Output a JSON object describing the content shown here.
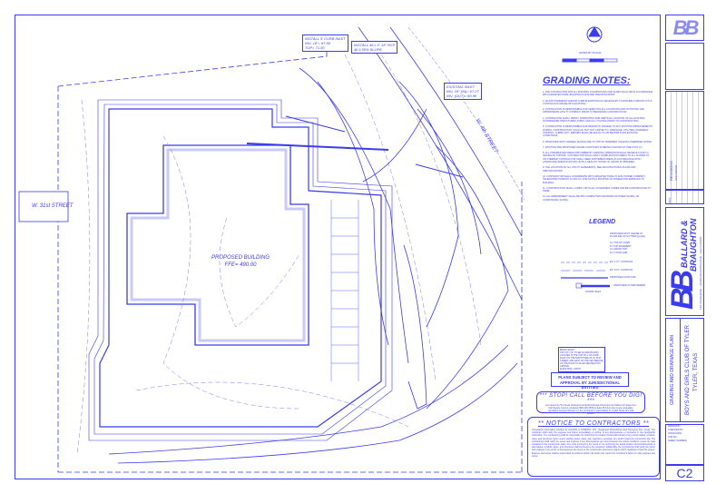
{
  "callouts": {
    "curb_inlet": [
      "INSTALL 5' CURB INLET",
      "INV. 18\"= 67.50",
      "TOP= 71.50"
    ],
    "rcp": [
      "INSTALL 46 L.F. 18\" RCP",
      "@ 0.50% SLOPE"
    ],
    "existing_inlet": [
      "EXISTING INLET",
      "INV. 18\" (IN)= 67.27",
      "INV. (OUT)= 60.80"
    ]
  },
  "streets": {
    "w31st": "W. 31st STREET",
    "east": "W. 4th STREET"
  },
  "building": {
    "label": "PROPOSED BUILDING",
    "ffe": "FFE= 490.00"
  },
  "graphic_scale": "GRAPHIC SCALE",
  "grading_notes": {
    "title": "GRADING NOTES:",
    "items": [
      "1. THE CONTRACTOR FOR ALL BUILDING FOUNDATIONS AND SLABS SHALL BE IN ACCORDANCE WITH ARCHITECTURAL BUILDING PLANS AND SPECIFICATIONS.",
      "2. ADJUST PAVEMENT AND/OR CURB ELEVATIONS AS NECESSARY TO ENSURE A SMOOTH FIT & CONTINUOUS GRADE WITH EXISTING.",
      "3. CONTRACTOR IS RESPONSIBLE FOR VERIFYING ALL LOCATIONS AND NOTIFYING THE APPROPRIATE UTILITY COMPANY PRIOR TO BEGINNING CONSTRUCTION.",
      "4. CONTRACTOR SHALL VERIFY HORIZONTAL AND VERTICAL LOCATION OF ALL EXISTING STORMWATER STRUCTURES, PIPES, AND ALL UTILITIES PRIOR TO CONSTRUCTION.",
      "5. CONTRACTOR IS RESPONSIBLE FOR REPAIR OF DAMAGE TO ANY EXISTING IMPROVEMENTS DURING CONSTRUCTION, SUCH AS, BUT NOT LIMITED TO, DRAINAGE, UTILITIES, PAVEMENT, STRIPING, CURBS, ETC. REPAIRS SHALL BE EQUAL TO OR BETTER THAN EXISTING CONDITIONS.",
      "6. PROPOSED SPOT GRADES SHOWN ARE TO TOP OF PAVEMENT UNLESS OTHERWISE NOTED.",
      "7. EXISTING AND PROPOSED GRADE CONTOURS INTERVALS SHOWN AT ONE FOOT (1').",
      "8. ALL UNSURFACED AREAS DISTURBED BY GRADING OPERATION SHALL RECEIVE FOUR (4) INCHES OF TOPSOIL. CONTRACTOR SHALL APPLY STABILIZATION FABRIC TO ALL SLOPES 3:1 OR STEEPER. CONTRACTOR SHALL SEED DISTURBED AREAS IN ACCORDANCE WITH LANDSCAPE SPECIFICATIONS UNTIL A HEALTHY STAND OF GRASS IS OBTAINED.",
      "9. THE LOCATION OF ALL UTILITY EASEMENTS, SEE ARCHITECTURAL PLANS AND SPECIFICATIONS.",
      "10. CONTRACTOR SHALL COORDINATE WITH ARCHITECTURAL PLANS, POWER COMPANY, TELEPHONE COMPANY & GAS CO. FOR ACTUAL ROUTING OF POWER AND SERVICES TO BUILDING.",
      "11. CONSTRUCTION SHALL COMPLY WITH ALL GOVERNING CODES AND BE CONSTRUCTED TO SAME.",
      "12. ALL EMBANKMENT SHALL BE 95% COMPACTED (MAXIMUM OR STEEP SLOPE, OR CONDITIONAL SLOPE)."
    ]
  },
  "legend": {
    "title": "LEGEND",
    "items": [
      "PROPOSED SPOT GRADE AT FLOWLINE OF GUTTER (typical)",
      "G= TOP OF CURB",
      "P= TOP PAVEMENT",
      "G= GRATE TOP",
      "FL= FLOW LINE",
      "EX. 1' FT. CONTOUR",
      "EX. 5' FT. CONTOUR",
      "PROPOSED CONTOUR",
      "PROPOSED STORM SEWER",
      "STORM INLET"
    ]
  },
  "benchmark": [
    "BENCH MARK:",
    "TOP CITY OF TYLER ALUMINUM DISC LOCATED IN THE TOP OF A 1/8 CURB INLET ON THE NORTH SIDE OF W. 31ST STREET, AND EAST OF THE CENTERLINE OF THE ROAD TO ALLEN RECREATION CENTER.",
    "ELEVATION = 490.87"
  ],
  "review_note": [
    "PLANS SUBJECT TO REVIEW AND",
    "APPROVAL BY JURISDICTIONAL ENTITIES"
  ],
  "stop_notice": {
    "title": "*** STOP! CALL BEFORE YOU DIG! ***",
    "body": "As required by The Texas Underground Facility Damage Prevention and Safety Act Texas One Call System must be contacted (800-245-4545) at least 48 hours prior to any excavation operations being performed. It is the Contractor's responsibility to contact Texas One Call System."
  },
  "contractor_notice": {
    "title": "** NOTICE TO CONTRACTORS **",
    "body": "Topographic information provided by ALLISON & COMPANY, INC., Registered Professional Land Surveying Firm, Texas. The contractor shall notify the engineer and Owner immediately, in writing, of any discrepancies or omissions in the topographic information. The contractor(s) shall be responsible for confirming the location (horizontal/vertical) of any buried cables, conduits, pipes, and structures (storm sewer, sanitary sewer, water, gas, telephone, electrical, etc.) which impact the construction site. The contractor(s) shall notify the owner and engineer if any discrepancies are found between the actual conditions versus the data contained in the construction plans. Any costs incurred by the result of not confirming the actual location (horizontal/vertical) of said cables, conduits, pipes, and structures shall be borne by the contractor. Additionally, the contractor(s) shall notify the owner and engineer if any errors or discrepancies are found on the construction documents (plans) which negatively impact the project. Engineer and owner shall be indemnified of problems and/or risk which may result from contractor's failure to notify engineer and owner."
  },
  "title_block": {
    "logo": "BB",
    "firm_name_1": "BALLARD &",
    "firm_name_2": "BRAUGHTON",
    "firm_tagline": "CIVIL ENGINEERING · LANDSCAPE ARCHITECTURE · LAND PLANNING",
    "revisions_label": "REVISIONS",
    "description_label": "DESCRIPTION",
    "date_label": "DATE",
    "sheet_title": "GRADING AND DRAINAGE PLAN",
    "project_name": "BOYS AND GIRLS CLUB OF TYLER",
    "project_location": "TYLER, TEXAS",
    "fields": [
      "DRAWN BY",
      "CHECKED BY",
      "ISSUE DATE",
      "JOB NO.",
      "SHEET NUMBER"
    ],
    "sheet_number": "C2"
  },
  "colors": {
    "ink": "#3b3bf0",
    "light_ink": "#8a8af5",
    "paper": "#ffffff"
  }
}
